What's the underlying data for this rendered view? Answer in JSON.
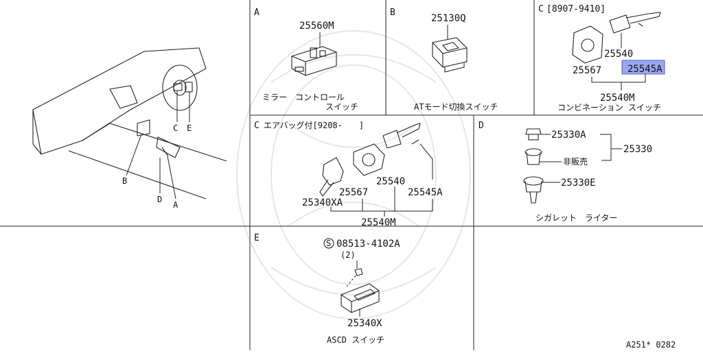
{
  "sections": {
    "A": {
      "letter": "A",
      "part": "25560M",
      "caption_line1": "ミラー　コントロール",
      "caption_line2": "スイッチ"
    },
    "B": {
      "letter": "B",
      "part": "25130Q",
      "caption": "ATモード切換スイッチ"
    },
    "C1": {
      "letter": "C",
      "range": "[8907-9410]",
      "parts": [
        "25540",
        "25567",
        "25545A",
        "25540M"
      ],
      "caption": "コンビネーション スイッチ"
    },
    "C2": {
      "letter": "C",
      "label": "エアバッグ付[9208-　　]",
      "parts": [
        "25567",
        "25540",
        "25545A",
        "25340XA",
        "25540M"
      ]
    },
    "D": {
      "letter": "D",
      "parts": [
        "25330A",
        "25330",
        "非販売",
        "25330E"
      ],
      "caption": "シガレット　ライター"
    },
    "E": {
      "letter": "E",
      "screw": "08513-4102A",
      "screw_symbol": "S",
      "qty": "(2)",
      "part": "25340X",
      "caption": "ASCD スイッチ"
    },
    "overview": {
      "callouts": [
        "C",
        "E",
        "B",
        "D",
        "A"
      ]
    }
  },
  "footer_code": "A251* 0282"
}
